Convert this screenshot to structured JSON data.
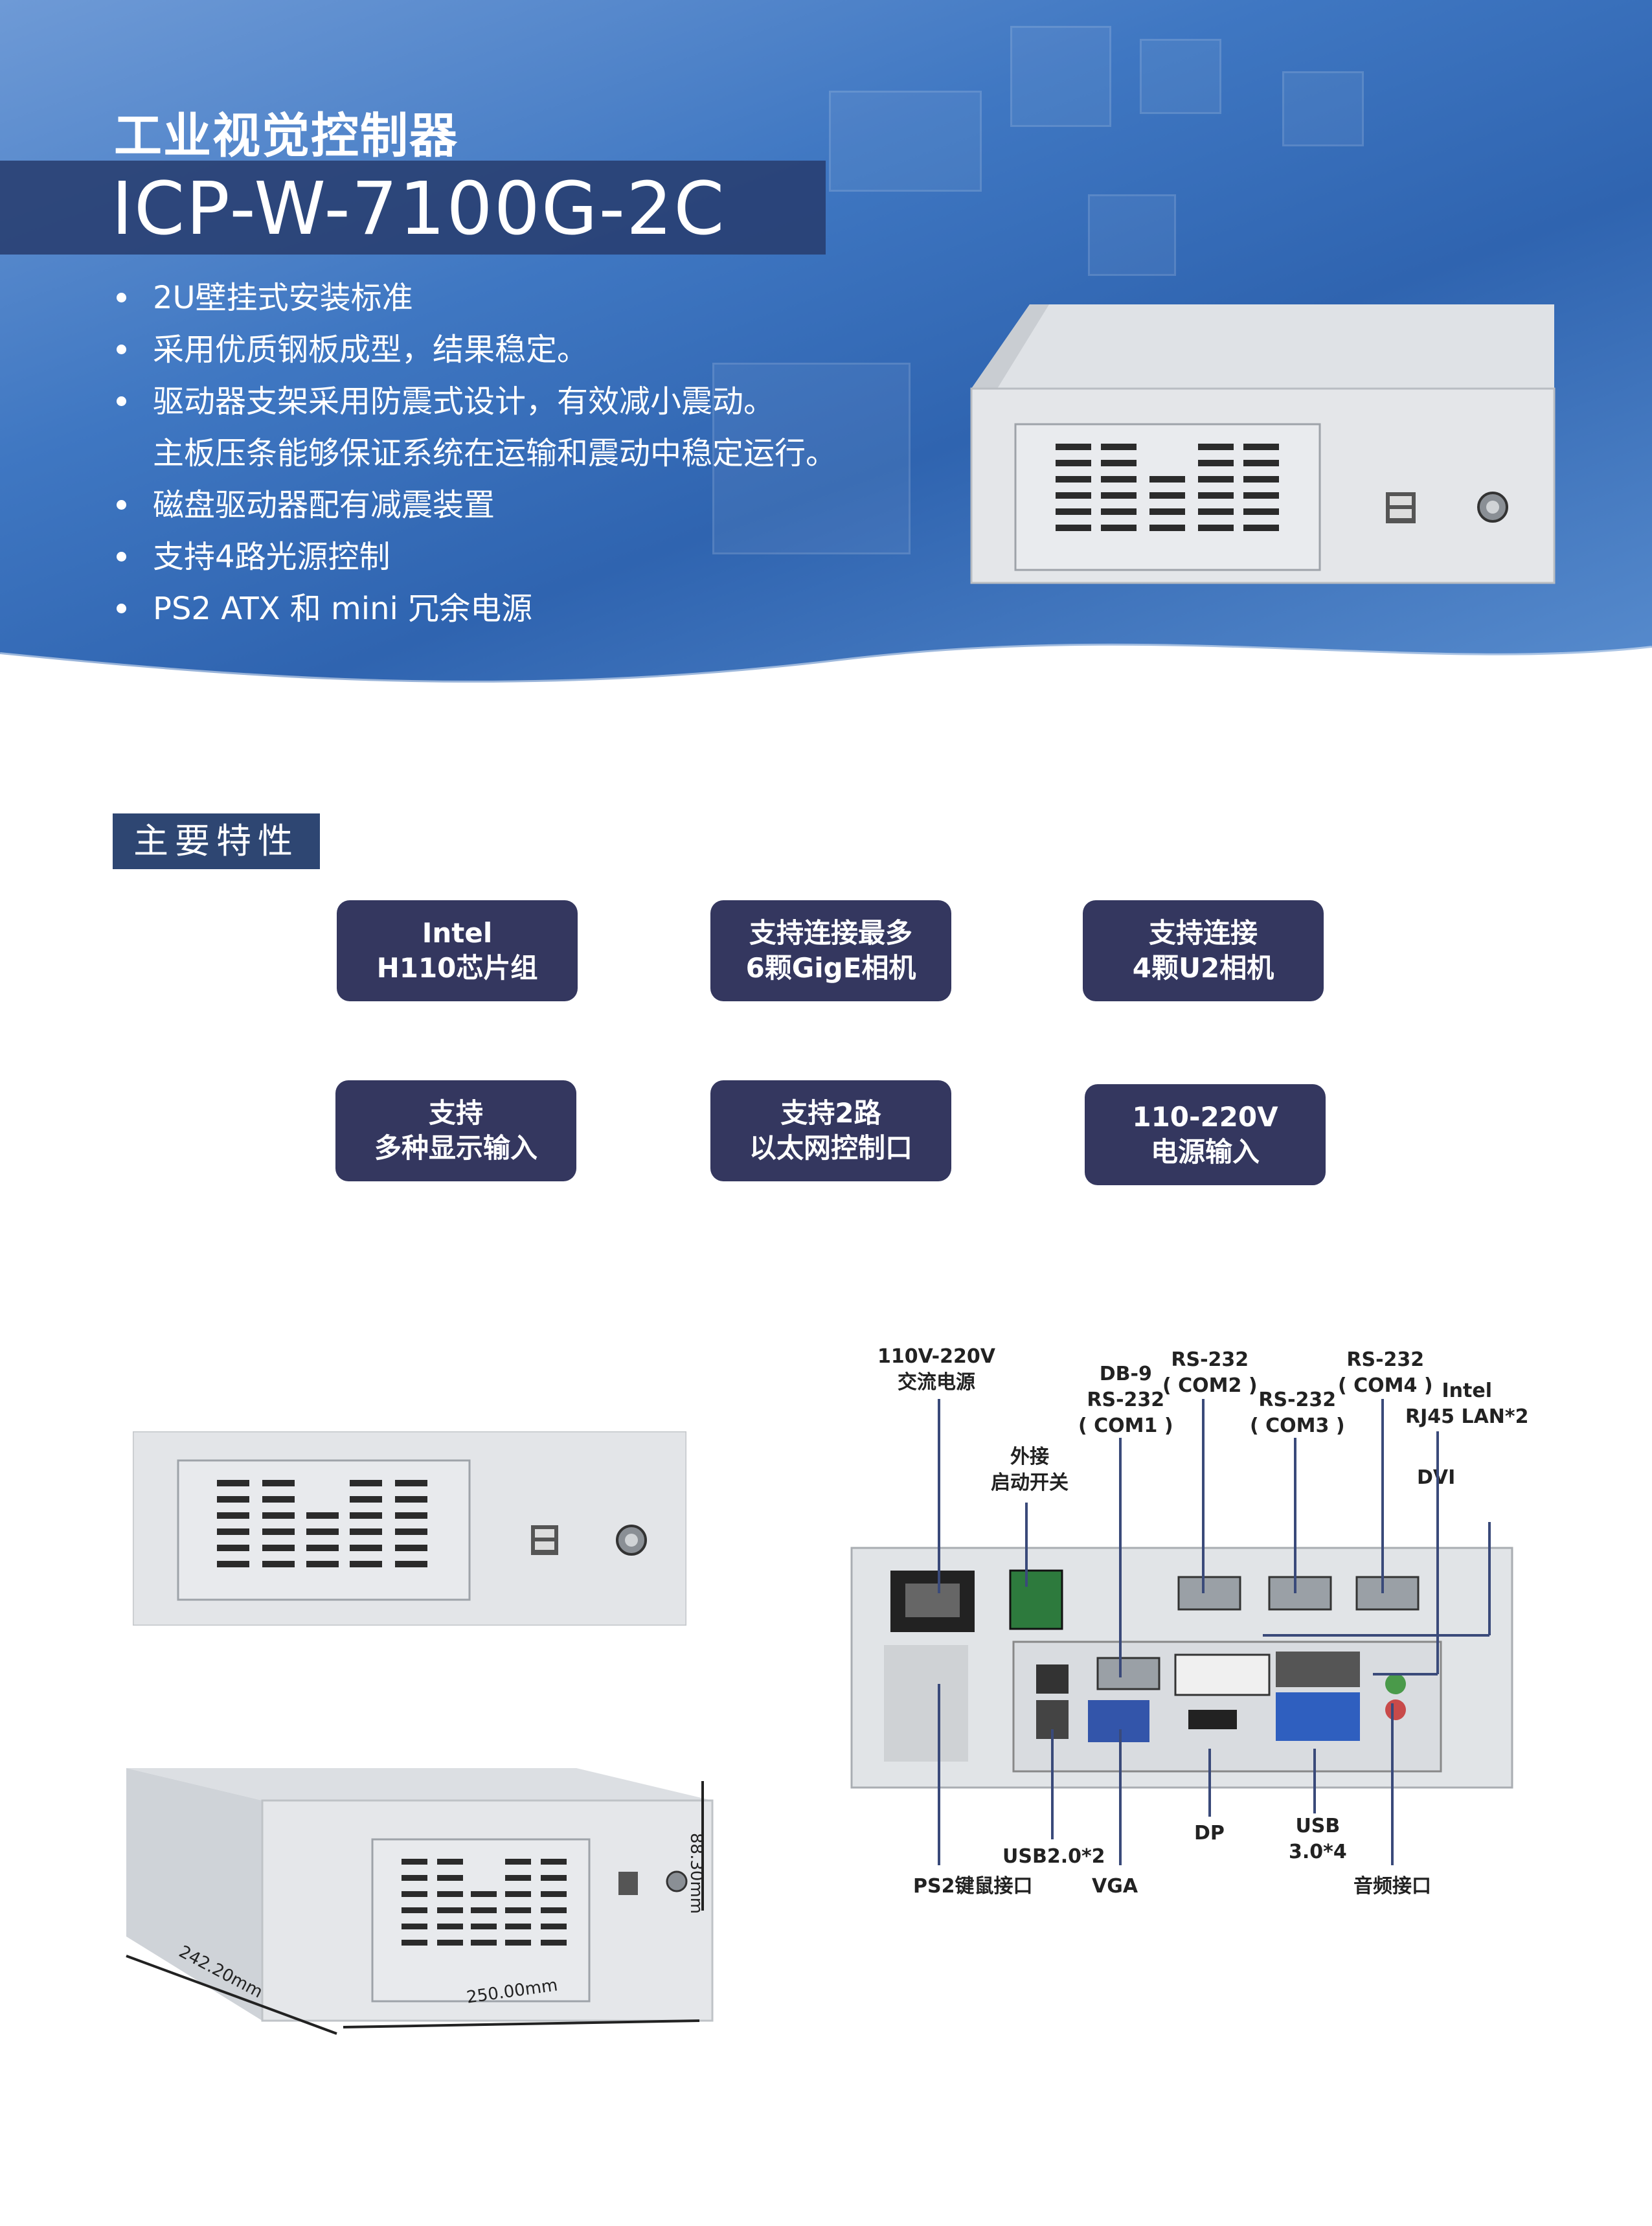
{
  "header": {
    "subtitle": "工业视觉控制器",
    "model": "ICP-W-7100G-2C"
  },
  "bullets": [
    {
      "text": "2U壁挂式安装标准",
      "bullet": true
    },
    {
      "text": "采用优质钢板成型，结果稳定。",
      "bullet": true
    },
    {
      "text": "驱动器支架采用防震式设计，有效减小震动。",
      "bullet": true
    },
    {
      "text": "主板压条能够保证系统在运输和震动中稳定运行。",
      "bullet": false
    },
    {
      "text": "磁盘驱动器配有减震装置",
      "bullet": true
    },
    {
      "text": "支持4路光源控制",
      "bullet": true
    },
    {
      "text": "PS2 ATX 和 mini 冗余电源",
      "bullet": true
    }
  ],
  "section_title": "主要特性",
  "features": [
    {
      "line1": "Intel",
      "line2": "H110芯片组"
    },
    {
      "line1": "支持连接最多",
      "line2": "6颗GigE相机"
    },
    {
      "line1": "支持连接",
      "line2": "4颗U2相机"
    },
    {
      "line1": "支持",
      "line2": "多种显示输入"
    },
    {
      "line1": "支持2路",
      "line2": "以太网控制口"
    },
    {
      "line1": "110-220V",
      "line2": "电源输入"
    }
  ],
  "dimensions": {
    "height": "88.30mm",
    "width": "250.00mm",
    "depth": "242.20mm"
  },
  "rear_labels": {
    "power": [
      "110V-220V",
      "交流电源"
    ],
    "ext_start": [
      "外接",
      "启动开关"
    ],
    "com1": [
      "DB-9",
      "RS-232",
      "( COM1 )"
    ],
    "com2": [
      "RS-232",
      "( COM2 )"
    ],
    "com3": [
      "RS-232",
      "( COM3 )"
    ],
    "com4": [
      "RS-232",
      "( COM4 )"
    ],
    "lan": [
      "Intel",
      "RJ45 LAN*2"
    ],
    "dvi": "DVI",
    "dp": "DP",
    "usb3": [
      "USB",
      "3.0*4"
    ],
    "usb2": "USB2.0*2",
    "ps2": "PS2键鼠接口",
    "vga": "VGA",
    "audio": "音频接口"
  }
}
